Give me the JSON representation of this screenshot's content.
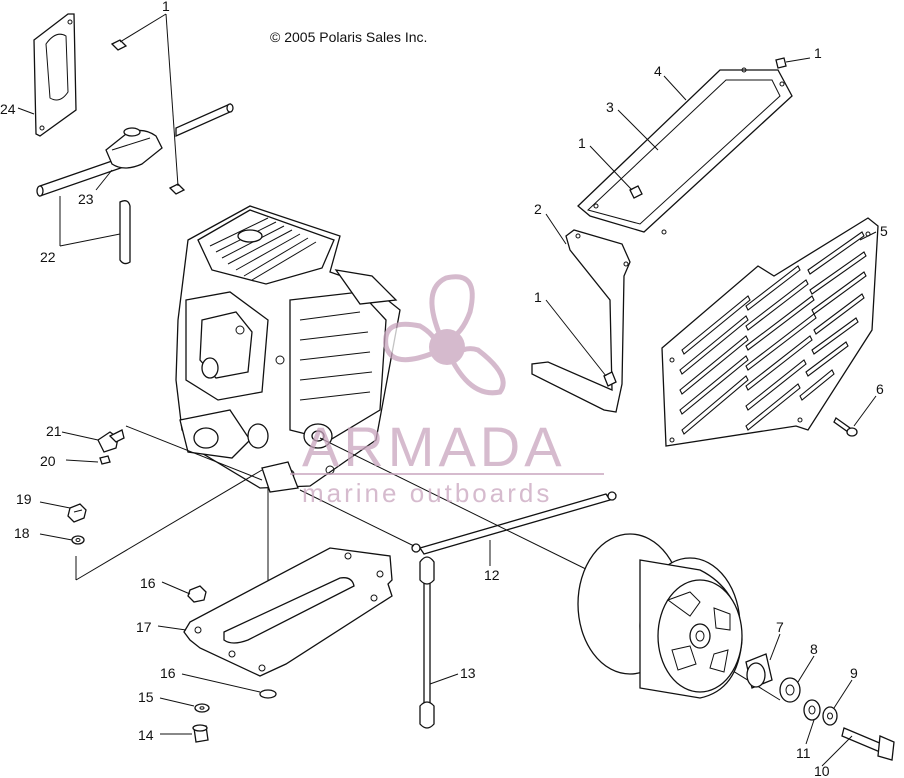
{
  "copyright": "© 2005 Polaris Sales Inc.",
  "watermark": {
    "brand": "ARMADA",
    "tagline": "marine outboards",
    "color": "#c8a4bd"
  },
  "callouts": [
    {
      "id": "c1a",
      "num": "1"
    },
    {
      "id": "c1b",
      "num": "1"
    },
    {
      "id": "c1c",
      "num": "1"
    },
    {
      "id": "c1d",
      "num": "1"
    },
    {
      "id": "c2",
      "num": "2"
    },
    {
      "id": "c3",
      "num": "3"
    },
    {
      "id": "c4",
      "num": "4"
    },
    {
      "id": "c5",
      "num": "5"
    },
    {
      "id": "c6",
      "num": "6"
    },
    {
      "id": "c7",
      "num": "7"
    },
    {
      "id": "c8",
      "num": "8"
    },
    {
      "id": "c9",
      "num": "9"
    },
    {
      "id": "c10",
      "num": "10"
    },
    {
      "id": "c11",
      "num": "11"
    },
    {
      "id": "c12",
      "num": "12"
    },
    {
      "id": "c13",
      "num": "13"
    },
    {
      "id": "c14",
      "num": "14"
    },
    {
      "id": "c15",
      "num": "15"
    },
    {
      "id": "c16a",
      "num": "16"
    },
    {
      "id": "c16b",
      "num": "16"
    },
    {
      "id": "c17",
      "num": "17"
    },
    {
      "id": "c18",
      "num": "18"
    },
    {
      "id": "c19",
      "num": "19"
    },
    {
      "id": "c20",
      "num": "20"
    },
    {
      "id": "c21",
      "num": "21"
    },
    {
      "id": "c22",
      "num": "22"
    },
    {
      "id": "c23",
      "num": "23"
    },
    {
      "id": "c24",
      "num": "24"
    }
  ]
}
